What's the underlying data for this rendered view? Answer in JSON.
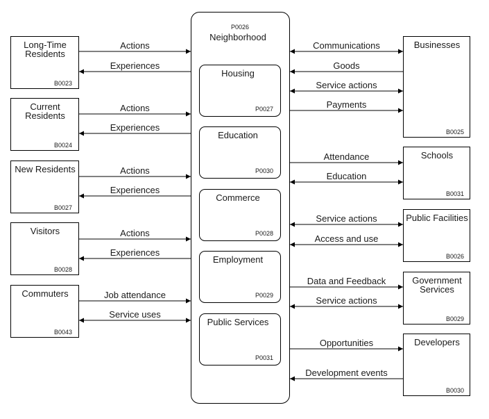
{
  "container": {
    "code": "P0026",
    "title": "Neighborhood"
  },
  "processes": [
    {
      "id": "housing",
      "label": "Housing",
      "code": "P0027"
    },
    {
      "id": "education",
      "label": "Education",
      "code": "P0030"
    },
    {
      "id": "commerce",
      "label": "Commerce",
      "code": "P0028"
    },
    {
      "id": "employment",
      "label": "Employment",
      "code": "P0029"
    },
    {
      "id": "public-services",
      "label": "Public Services",
      "code": "P0031"
    }
  ],
  "left_entities": [
    {
      "id": "long-time-residents",
      "label": [
        "Long-Time",
        "Residents"
      ],
      "code": "B0023",
      "flows": [
        {
          "label": "Actions",
          "dir": "in"
        },
        {
          "label": "Experiences",
          "dir": "out"
        }
      ]
    },
    {
      "id": "current-residents",
      "label": [
        "Current",
        "Residents"
      ],
      "code": "B0024",
      "flows": [
        {
          "label": "Actions",
          "dir": "in"
        },
        {
          "label": "Experiences",
          "dir": "out"
        }
      ]
    },
    {
      "id": "new-residents",
      "label": [
        "New Residents"
      ],
      "code": "B0027",
      "flows": [
        {
          "label": "Actions",
          "dir": "in"
        },
        {
          "label": "Experiences",
          "dir": "out"
        }
      ]
    },
    {
      "id": "visitors",
      "label": [
        "Visitors"
      ],
      "code": "B0028",
      "flows": [
        {
          "label": "Actions",
          "dir": "in"
        },
        {
          "label": "Experiences",
          "dir": "out"
        }
      ]
    },
    {
      "id": "commuters",
      "label": [
        "Commuters"
      ],
      "code": "B0043",
      "flows": [
        {
          "label": "Job attendance",
          "dir": "in"
        },
        {
          "label": "Service uses",
          "dir": "both"
        }
      ]
    }
  ],
  "right_entities": [
    {
      "id": "businesses",
      "label": [
        "Businesses"
      ],
      "code": "B0025",
      "flows": [
        {
          "label": "Communications",
          "dir": "both"
        },
        {
          "label": "Goods",
          "dir": "in"
        },
        {
          "label": "Service actions",
          "dir": "both"
        },
        {
          "label": "Payments",
          "dir": "out"
        }
      ]
    },
    {
      "id": "schools",
      "label": [
        "Schools"
      ],
      "code": "B0031",
      "flows": [
        {
          "label": "Attendance",
          "dir": "out"
        },
        {
          "label": "Education",
          "dir": "both"
        }
      ]
    },
    {
      "id": "public-facilities",
      "label": [
        "Public Facilities"
      ],
      "code": "B0026",
      "flows": [
        {
          "label": "Service actions",
          "dir": "both"
        },
        {
          "label": "Access and use",
          "dir": "both"
        }
      ]
    },
    {
      "id": "government-services",
      "label": [
        "Government",
        "Services"
      ],
      "code": "B0029",
      "flows": [
        {
          "label": "Data and Feedback",
          "dir": "out"
        },
        {
          "label": "Service actions",
          "dir": "both"
        }
      ]
    },
    {
      "id": "developers",
      "label": [
        "Developers"
      ],
      "code": "B0030",
      "flows": [
        {
          "label": "Opportunities",
          "dir": "out"
        },
        {
          "label": "Development events",
          "dir": "in"
        }
      ]
    }
  ]
}
